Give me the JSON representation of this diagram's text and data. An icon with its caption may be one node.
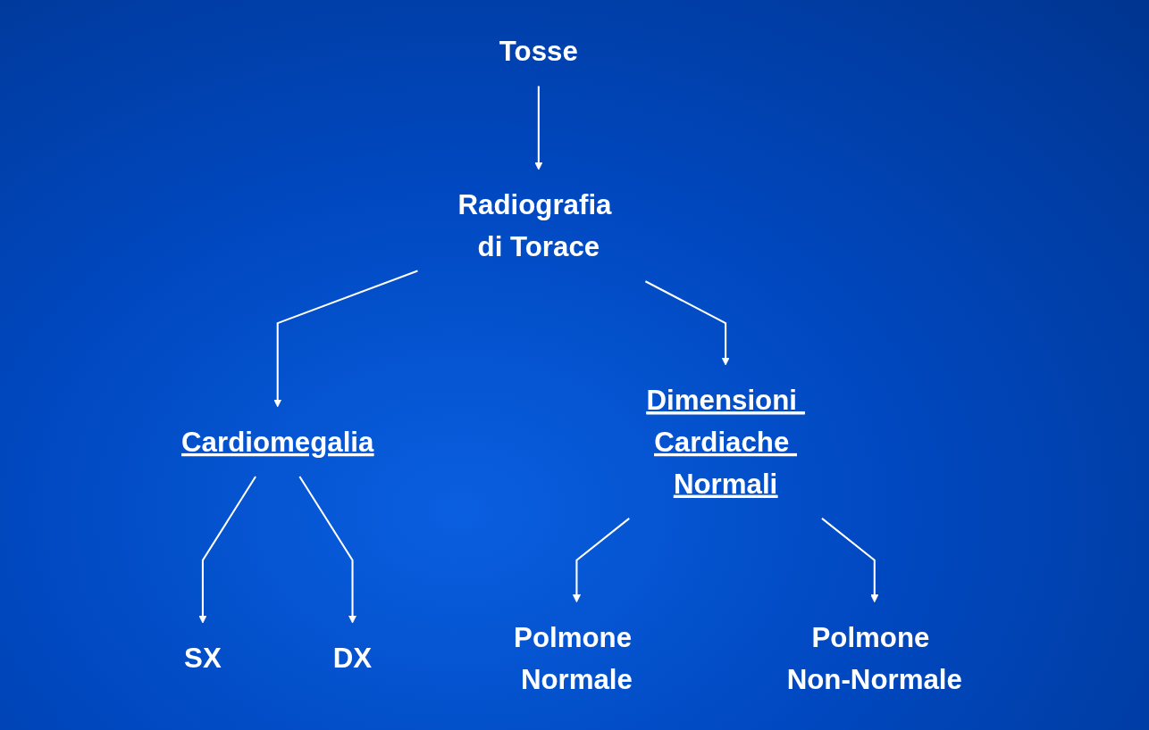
{
  "diagram": {
    "nodes": [
      {
        "text": [
          "Tosse"
        ]
      },
      {
        "text": [
          "Radiografia di Torace"
        ]
      },
      {
        "text": [
          "Cardiomegalia"
        ]
      },
      {
        "text": [
          "Dimensioni Cardiache Normali"
        ]
      },
      {
        "text": [
          "SX"
        ]
      },
      {
        "text": [
          "DX"
        ]
      },
      {
        "text": [
          "Polmone Normale"
        ]
      },
      {
        "text": [
          "Polmone Non-Normale"
        ]
      }
    ],
    "edges": [
      {
        "from": 0,
        "to": 1,
        "arrow": "to"
      },
      {
        "from": 1,
        "to": 2,
        "arrow": "to"
      },
      {
        "from": 1,
        "to": 3,
        "arrow": "to"
      },
      {
        "from": 2,
        "to": 4,
        "arrow": "to"
      },
      {
        "from": 2,
        "to": 5,
        "arrow": "to"
      },
      {
        "from": 3,
        "to": 6,
        "arrow": "to"
      },
      {
        "from": 3,
        "to": 7,
        "arrow": "to"
      }
    ]
  }
}
